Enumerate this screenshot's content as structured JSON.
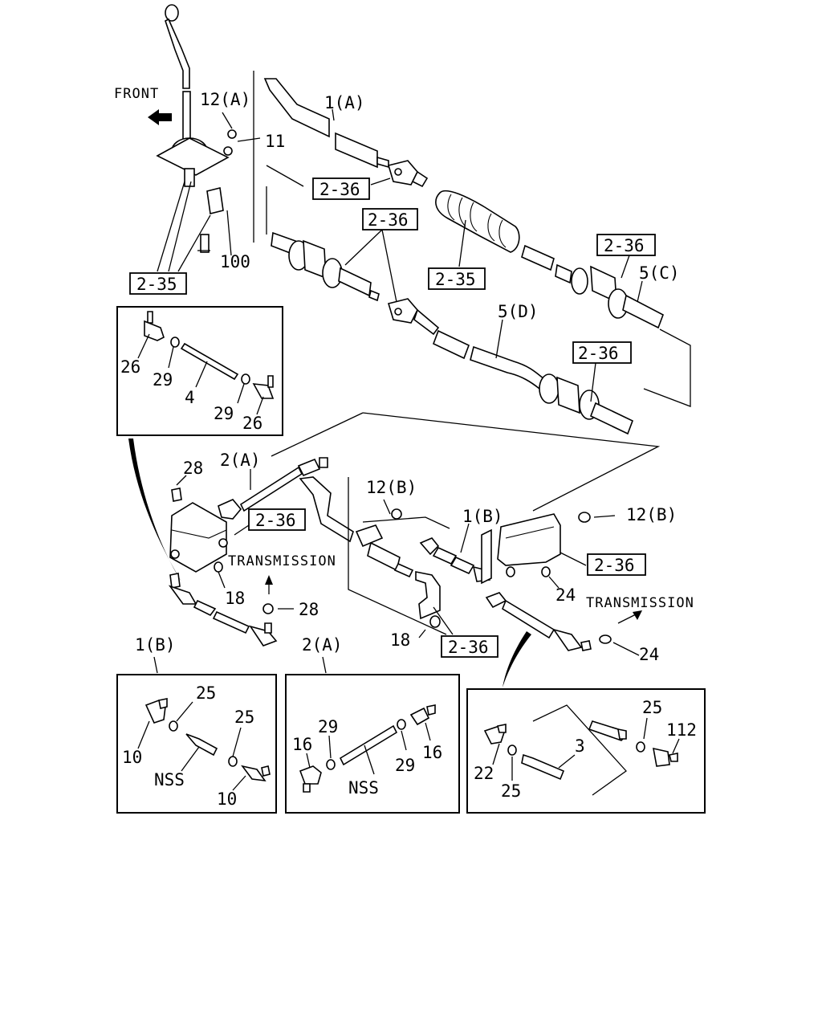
{
  "directions": {
    "front": "FRONT",
    "transmission": "TRANSMISSION"
  },
  "callouts": {
    "c_12a": "12(A)",
    "c_11": "11",
    "c_100": "100",
    "c_1a": "1(A)",
    "c_5c": "5(C)",
    "c_5d": "5(D)",
    "c_2a": "2(A)",
    "c_28a": "28",
    "c_28b": "28",
    "c_12b_a": "12(B)",
    "c_12b_b": "12(B)",
    "c_1b": "1(B)",
    "c_18a": "18",
    "c_18b": "18",
    "c_24a": "24",
    "c_24b": "24"
  },
  "boxed_refs": {
    "ref_235_a": "2-35",
    "ref_235_b": "2-35",
    "ref_236_a": "2-36",
    "ref_236_b": "2-36",
    "ref_236_c": "2-36",
    "ref_236_d": "2-36",
    "ref_236_e": "2-36",
    "ref_236_f": "2-36",
    "ref_236_g": "2-36"
  },
  "inset_top": {
    "l26a": "26",
    "l29a": "29",
    "l4": "4",
    "l29b": "29",
    "l26b": "26"
  },
  "inset_1b": {
    "header": "1(B)",
    "l25a": "25",
    "l25b": "25",
    "l10a": "10",
    "nss": "NSS",
    "l10b": "10"
  },
  "inset_2a": {
    "header": "2(A)",
    "l29a": "29",
    "l16a": "16",
    "l29b": "29",
    "l16b": "16",
    "nss": "NSS"
  },
  "inset_right": {
    "l25a": "25",
    "l112": "112",
    "l3": "3",
    "l22": "22",
    "l25b": "25"
  }
}
